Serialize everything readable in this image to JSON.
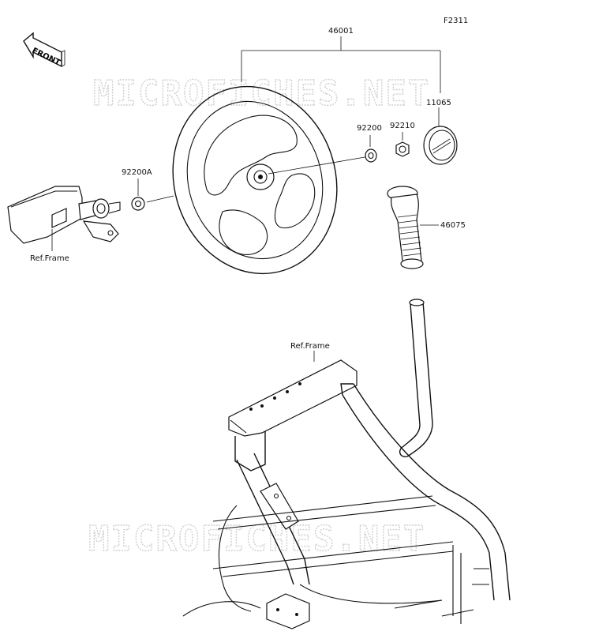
{
  "diagram_code": "F2311",
  "front_label": "FRONT",
  "watermark": "MICROFICHES.NET",
  "parts": {
    "steering_wheel_assy": "46001",
    "cap": "11065",
    "washer_1": "92200",
    "nut": "92210",
    "washer_2": "92200A",
    "grip": "46075"
  },
  "refs": {
    "frame_left": "Ref.Frame",
    "frame_center": "Ref.Frame"
  }
}
